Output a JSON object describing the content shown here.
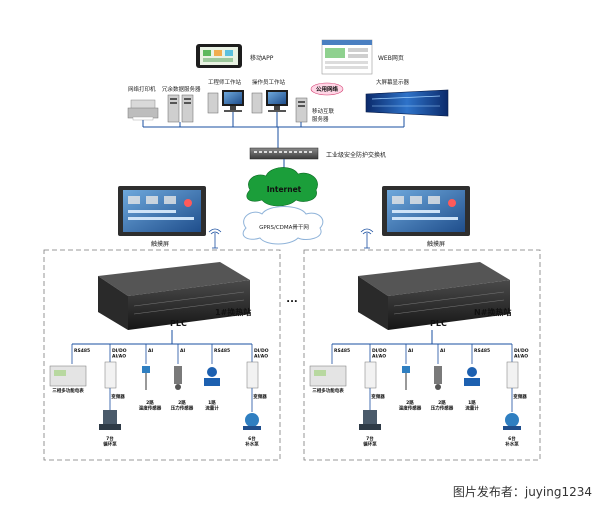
{
  "top": {
    "mobile_app": "移动APP",
    "web_page": "WEB网页",
    "network_printer": "网络打印机",
    "redundant_server": "冗余数据服务器",
    "engineer_station": "工程师工作站",
    "operator_station": "操作员工作站",
    "public_network": "公用网络",
    "mobile_server_l1": "移动互联",
    "mobile_server_l2": "服务器",
    "big_screen": "大屏幕显示器"
  },
  "network": {
    "switch": "工业级安全防护交换机",
    "internet": "Internet",
    "gprs": "GPRS/CDMA骨干网",
    "ellipsis": "..."
  },
  "stations": [
    {
      "touchscreen": "触摸屏",
      "plc": "PLC",
      "name": "1#换热站",
      "bus_labels": [
        "RS485",
        "DI/DO\nAI/AO",
        "AI",
        "AI",
        "RS485",
        "DI/DO\nAI/AO"
      ],
      "devices": [
        "三相多功能电表",
        "变频器",
        "2路\n温度传感器",
        "2路\n压力传感器",
        "1路\n流量计",
        "变频器"
      ],
      "pumps": [
        "7台\n循环泵",
        "6台\n补水泵"
      ]
    },
    {
      "touchscreen": "触摸屏",
      "plc": "PLC",
      "name": "N#换热站",
      "bus_labels": [
        "RS485",
        "DI/DO\nAI/AO",
        "AI",
        "AI",
        "RS485",
        "DI/DO\nAI/AO"
      ],
      "devices": [
        "三相多功能电表",
        "变频器",
        "2路\n温度传感器",
        "2路\n压力传感器",
        "1路\n流量计",
        "变频器"
      ],
      "pumps": [
        "7台\n循环泵",
        "6台\n补水泵"
      ]
    }
  ],
  "watermark": "图片发布者：juying1234",
  "colors": {
    "line": "#1a4fa0",
    "internet_cloud": "#1b9e3a",
    "gprs_cloud_edge": "#8fb3d9",
    "dash_box": "#7a7a7a",
    "plc_body": "#2b2b2b"
  }
}
